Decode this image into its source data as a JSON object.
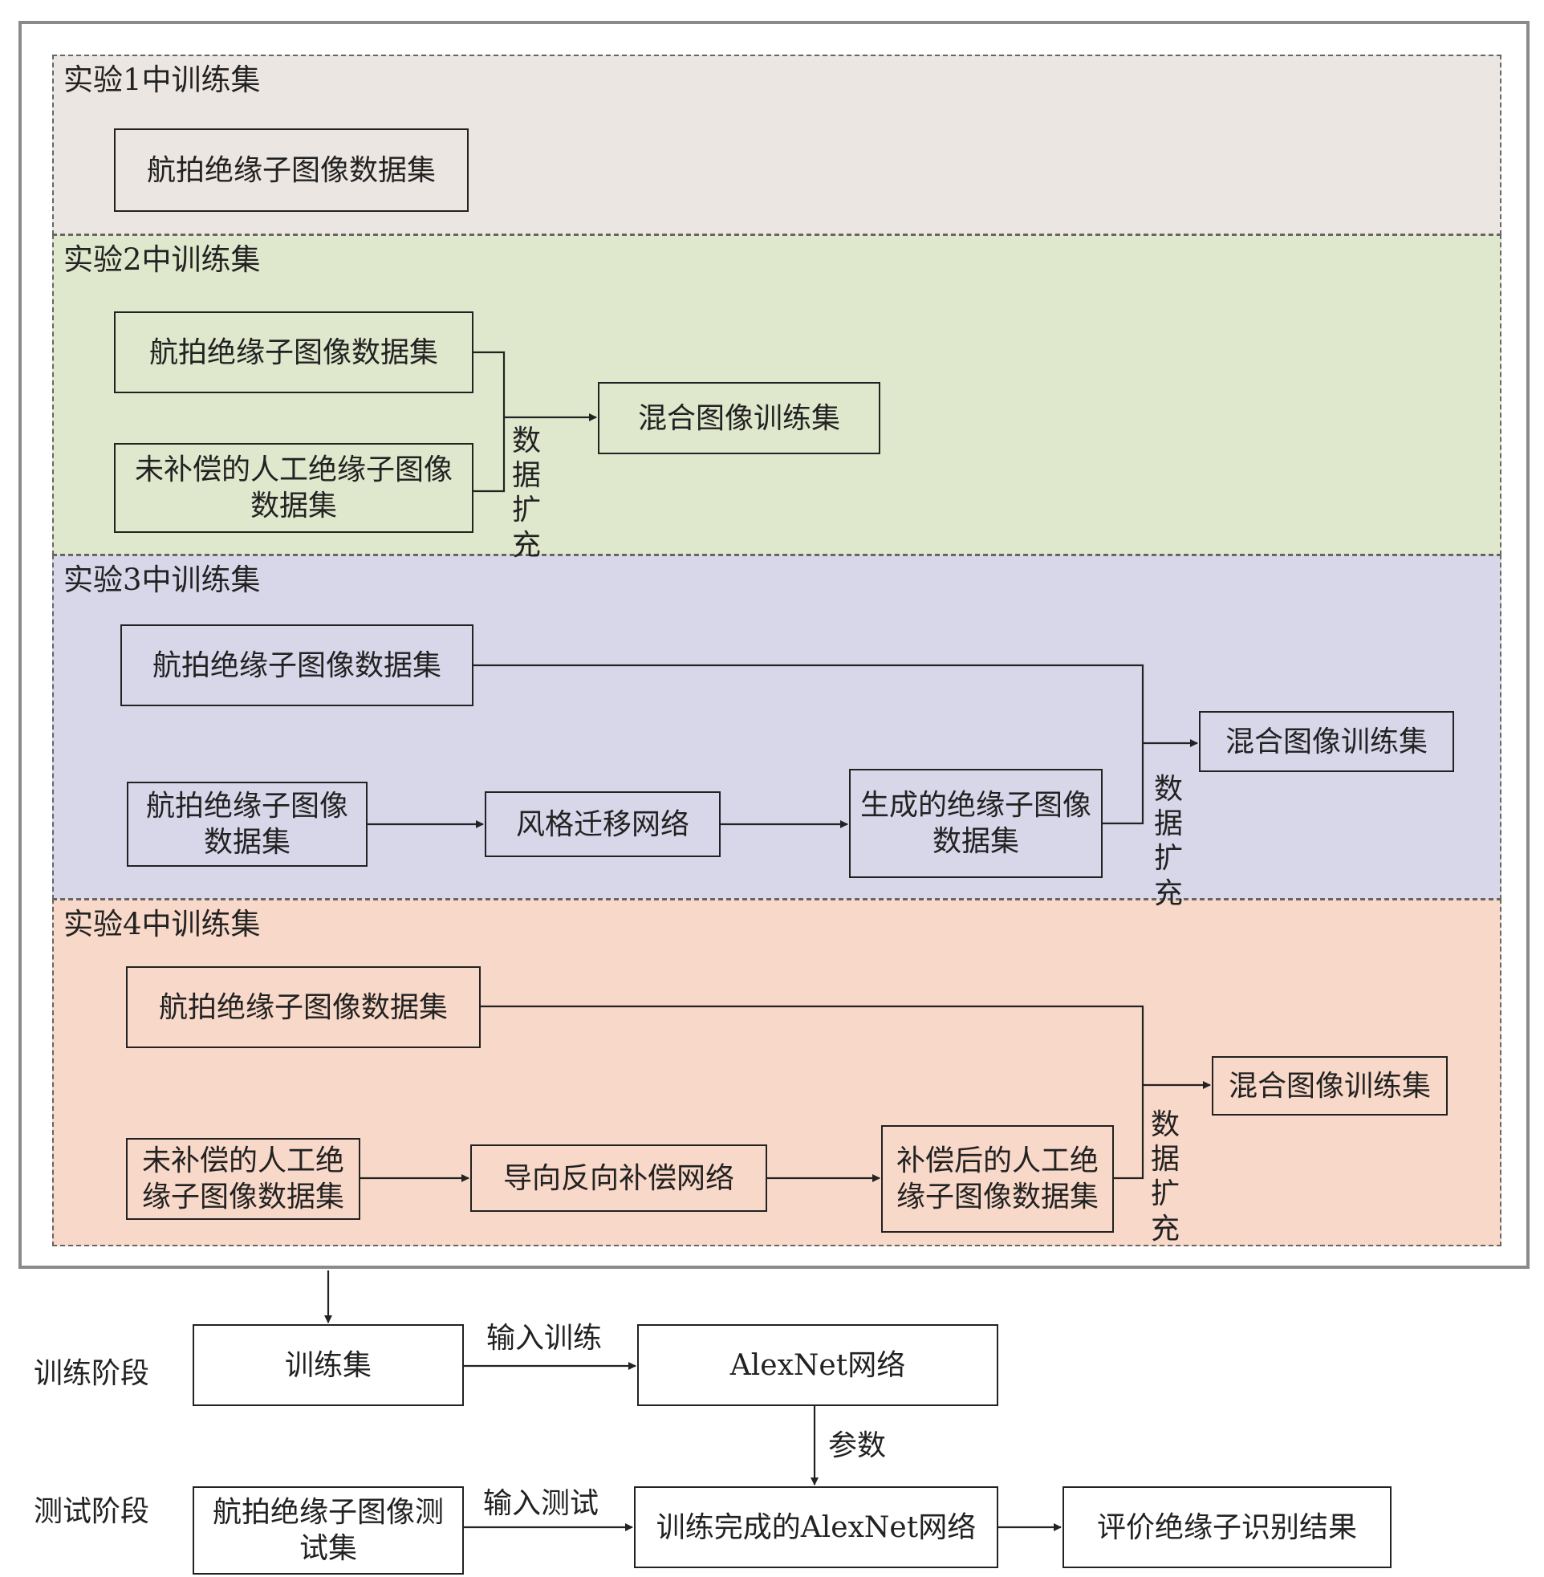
{
  "panels": [
    {
      "title": "实验1中训练集",
      "source": "航拍绝缘子图像数据集"
    },
    {
      "title": "实验2中训练集",
      "source_a": "航拍绝缘子图像数据集",
      "source_b": "未补偿的人工绝缘子图像数据集",
      "augment": "数据扩充",
      "result": "混合图像训练集"
    },
    {
      "title": "实验3中训练集",
      "source_a": "航拍绝缘子图像数据集",
      "source_b": "航拍绝缘子图像数据集",
      "network": "风格迁移网络",
      "generated": "生成的绝缘子图像数据集",
      "augment": "数据扩充",
      "result": "混合图像训练集"
    },
    {
      "title": "实验4中训练集",
      "source_a": "航拍绝缘子图像数据集",
      "source_b": "未补偿的人工绝缘子图像数据集",
      "network": "导向反向补偿网络",
      "generated": "补偿后的人工绝缘子图像数据集",
      "augment": "数据扩充",
      "result": "混合图像训练集"
    }
  ],
  "training": {
    "stage_label": "训练阶段",
    "train_set": "训练集",
    "input_label": "输入训练",
    "network": "AlexNet网络",
    "param_label": "参数"
  },
  "testing": {
    "stage_label": "测试阶段",
    "test_set": "航拍绝缘子图像测试集",
    "input_label": "输入测试",
    "trained_network": "训练完成的AlexNet网络",
    "result": "评价绝缘子识别结果"
  }
}
